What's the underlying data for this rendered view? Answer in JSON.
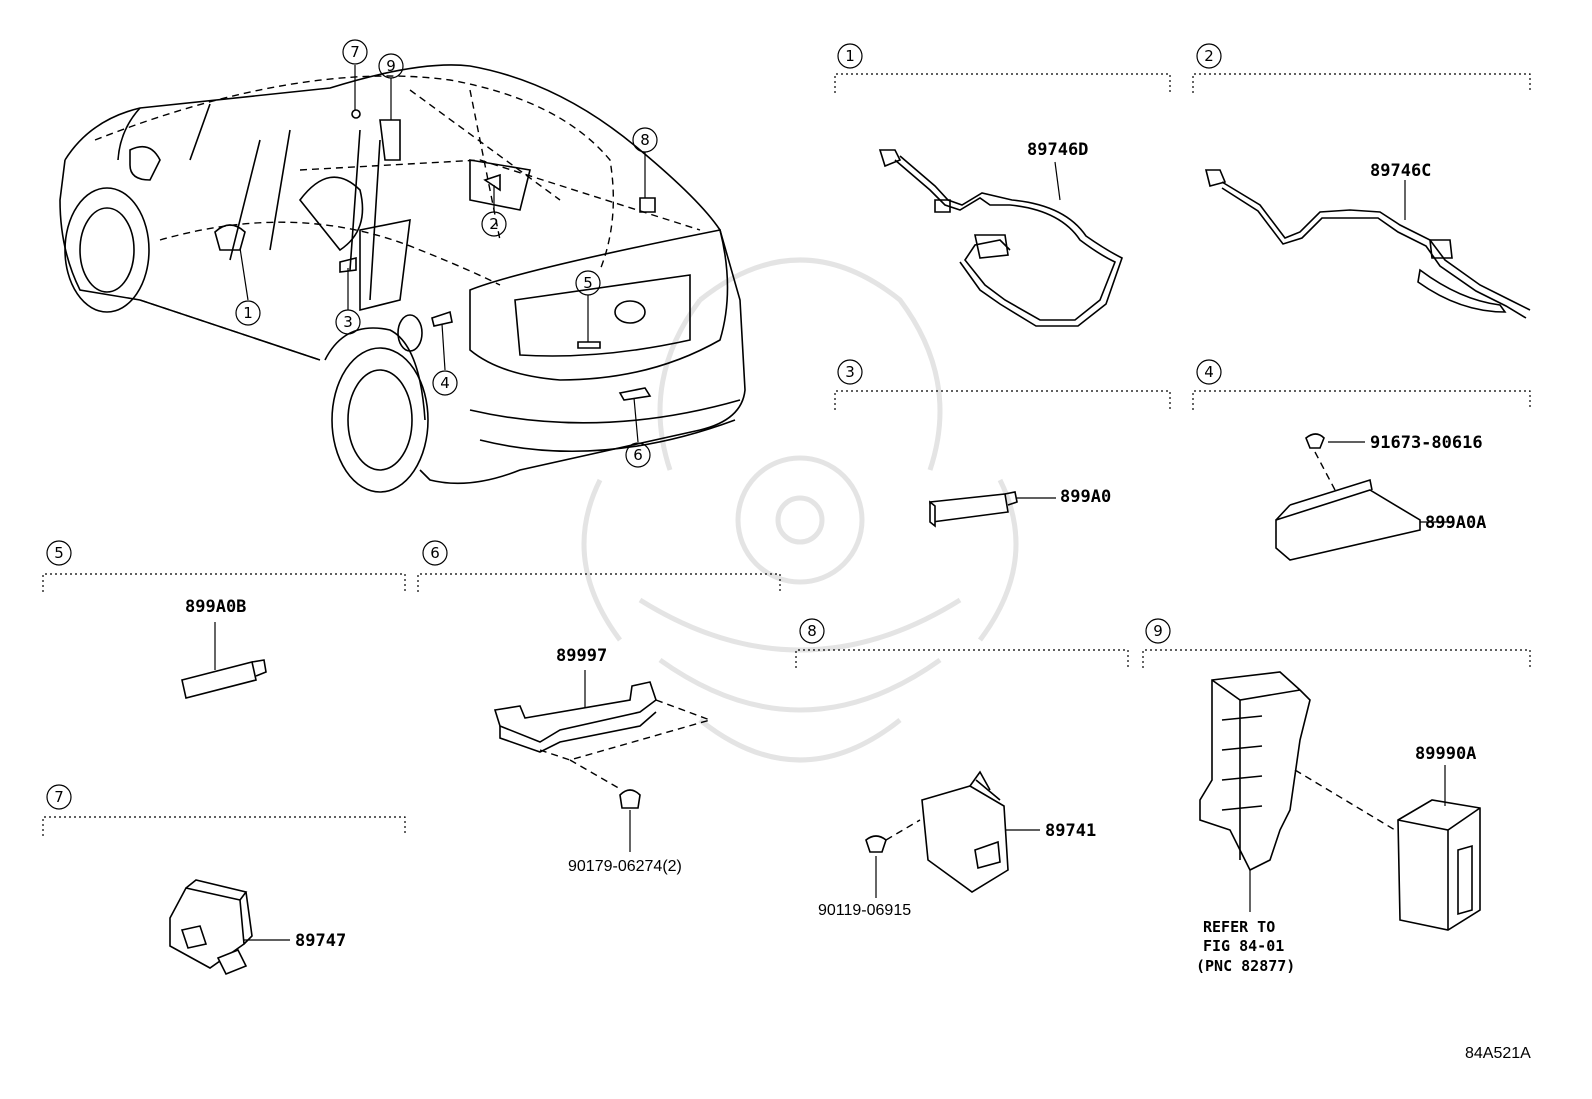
{
  "callouts": {
    "c1": "1",
    "c2": "2",
    "c3": "3",
    "c4": "4",
    "c5": "5",
    "c6": "6",
    "c7": "7",
    "c8": "8",
    "c9": "9"
  },
  "parts": {
    "p1": "89746D",
    "p2": "89746C",
    "p3": "899A0",
    "p4_bolt": "91673-80616",
    "p4": "899A0A",
    "p5": "899A0B",
    "p6": "89997",
    "p6_nut": "90179-06274(2)",
    "p7": "89747",
    "p8": "89741",
    "p8_bolt": "90119-06915",
    "p9": "89990A"
  },
  "note": {
    "line1": "REFER TO",
    "line2": "FIG 84-01",
    "line3": "(PNC 82877)"
  },
  "figure_code": "84A521A"
}
